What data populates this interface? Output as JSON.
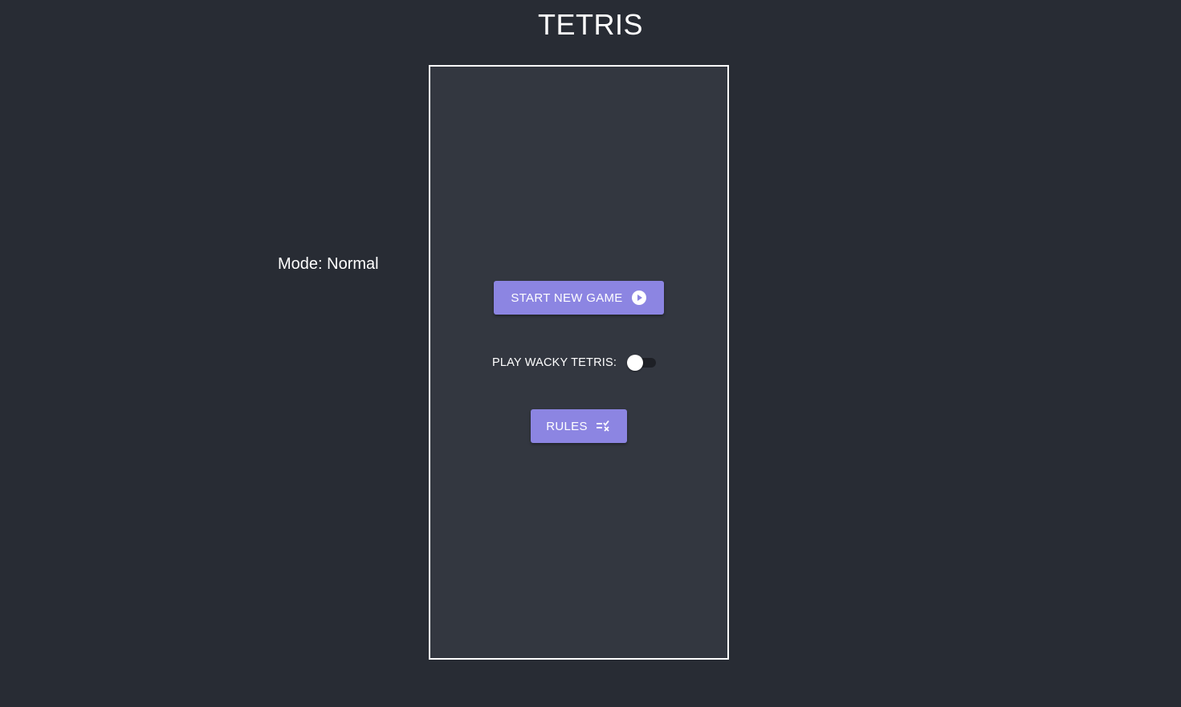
{
  "title": "TETRIS",
  "mode_label": "Mode: Normal",
  "board": {
    "start_button": {
      "label": "START NEW GAME",
      "icon": "play-circle-icon"
    },
    "wacky_toggle": {
      "label": "PLAY WACKY TETRIS:",
      "checked": false
    },
    "rules_button": {
      "label": "RULES",
      "icon": "rule-checklist-icon"
    }
  },
  "colors": {
    "background": "#282c34",
    "board_background": "#333740",
    "board_border": "#ffffff",
    "button": "#8c85e2",
    "text": "#ffffff"
  }
}
